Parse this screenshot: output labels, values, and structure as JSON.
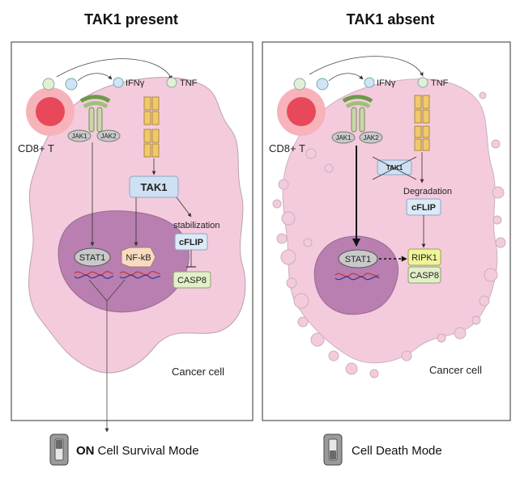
{
  "panels": {
    "left": {
      "title": "TAK1 present",
      "cd8": "CD8+ T",
      "ifn": "IFNγ",
      "tnf": "TNF",
      "jak1": "JAK1",
      "jak2": "JAK2",
      "tak1": "TAK1",
      "stabilization": "stabilization",
      "cflip": "cFLIP",
      "casp8": "CASP8",
      "stat1": "STAT1",
      "nfkb": "NF-kB",
      "cancer_cell": "Cancer cell",
      "mode_bold": "ON",
      "mode_text": "Cell Survival Mode"
    },
    "right": {
      "title": "TAK1 absent",
      "cd8": "CD8+ T",
      "ifn": "IFNγ",
      "tnf": "TNF",
      "jak1": "JAK1",
      "jak2": "JAK2",
      "tak1": "TAK1",
      "degradation": "Degradation",
      "cflip": "cFLIP",
      "ripk1": "RIPK1",
      "casp8": "CASP8",
      "stat1": "STAT1",
      "cancer_cell": "Cancer cell",
      "mode_text": "Cell Death Mode"
    }
  },
  "colors": {
    "cell_fill": "#f4cbdd",
    "nucleus_fill": "#b87fb0",
    "tcell_outer": "#f7b3b9",
    "tcell_inner": "#e8495a",
    "tak1_box": "#cfe0f3",
    "cflip_box": "#dbeaf6",
    "casp8_box": "#e2efc8",
    "ripk1_box": "#eef59a",
    "panel_bg": "#ffffff",
    "receptor": "#9fc07a",
    "tnf_receptor": "#f2c96a"
  }
}
